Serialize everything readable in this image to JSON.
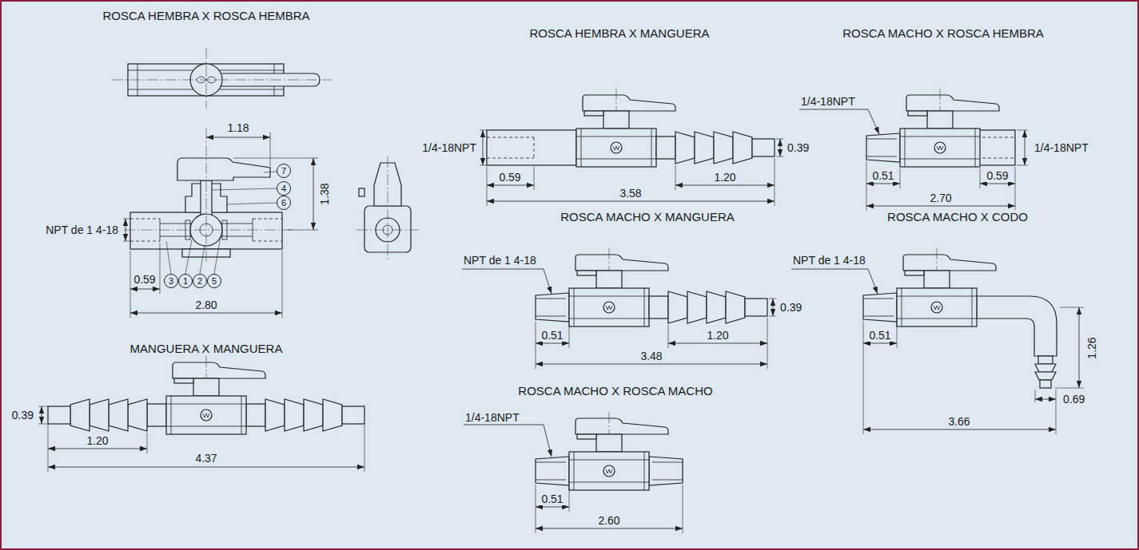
{
  "diagram": {
    "nodes": [
      {
        "text": [
          "7"
        ]
      },
      {
        "text": [
          "4"
        ]
      },
      {
        "text": [
          "6"
        ]
      },
      {
        "text": [
          "3"
        ]
      },
      {
        "text": [
          "1"
        ]
      },
      {
        "text": [
          "2"
        ]
      },
      {
        "text": [
          "5"
        ]
      }
    ],
    "labels": [
      "ROSCA HEMBRA X ROSCA HEMBRA",
      "1.18",
      "1.38",
      "NPT de 1 4-18",
      "0.59",
      "2.80",
      "ROSCA HEMBRA X MANGUERA",
      "1/4-18NPT",
      "0.39",
      "0.59",
      "1.20",
      "3.58",
      "ROSCA MACHO X ROSCA HEMBRA",
      "1/4-18NPT",
      "1/4-18NPT",
      "0.51",
      "0.59",
      "2.70",
      "ROSCA MACHO X MANGUERA",
      "NPT de 1 4-18",
      "0.39",
      "0.51",
      "1.20",
      "3.48",
      "ROSCA MACHO X CODO",
      "NPT de 1 4-18",
      "0.51",
      "1.26",
      "0.69",
      "3.66",
      "MANGUERA X MANGUERA",
      "0.39",
      "1.20",
      "4.37",
      "ROSCA MACHO X ROSCA MACHO",
      "1/4-18NPT",
      "0.51",
      "2.60"
    ]
  }
}
